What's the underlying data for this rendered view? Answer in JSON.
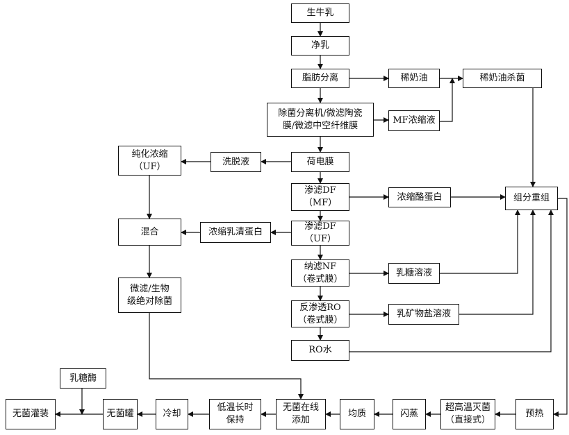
{
  "nodes": {
    "raw_milk": "生牛乳",
    "clean_milk": "净乳",
    "fat_separation": "脂肪分离",
    "cream": "稀奶油",
    "cream_sterilization": "稀奶油杀菌",
    "bacteria_removal": "除菌分离机/微滤陶瓷\n膜/微滤中空纤维膜",
    "mf_concentrate": "MF浓缩液",
    "charged_membrane": "荷电膜",
    "eluate": "洗脱液",
    "purify_concentrate": "纯化浓缩\n（UF）",
    "diafiltration_mf": "渗滤DF\n（MF）",
    "casein_concentrate": "浓缩酪蛋白",
    "recombination": "组分重组",
    "diafiltration_uf": "渗滤DF\n（UF）",
    "whey_protein_concentrate": "浓缩乳清蛋白",
    "mixing": "混合",
    "nanofiltration": "纳滤NF\n（卷式膜）",
    "lactose_solution": "乳糖溶液",
    "micro_sterilization": "微滤/生物\n级绝对除菌",
    "reverse_osmosis": "反渗透RO\n（卷式膜）",
    "mineral_solution": "乳矿物盐溶液",
    "ro_water": "RO水",
    "lactase": "乳糖酶",
    "aseptic_filling": "无菌灌装",
    "aseptic_tank": "无菌罐",
    "cooling": "冷却",
    "low_temp_hold": "低温长时\n保持",
    "aseptic_inline_add": "无菌在线\n添加",
    "homogenize": "均质",
    "flash_evaporation": "闪蒸",
    "uht_sterilization": "超高温灭菌\n（直接式）",
    "preheat": "预热"
  }
}
